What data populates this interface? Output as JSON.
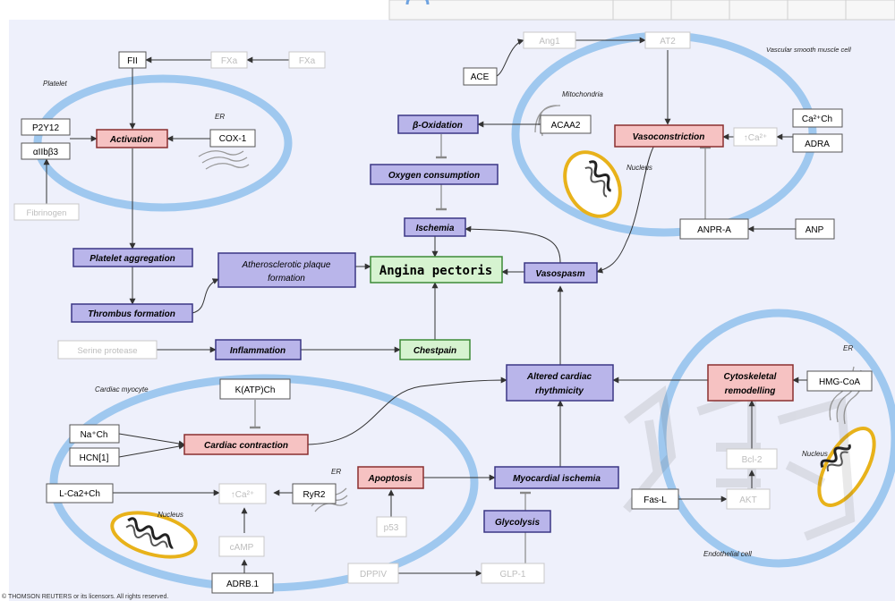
{
  "colors": {
    "background": "#eef0fb",
    "membrane": "#9fc8ef",
    "nucleus_ring": "#e8b21a",
    "process_fill": "#b9b5ea",
    "process_border": "#3a3684",
    "state_fill": "#f6c2c2",
    "state_border": "#8a2f2f",
    "outcome_fill": "#d6f3d0",
    "outcome_border": "#3d8a37",
    "protein_border": "#555555",
    "faded_border": "#c9c9c9",
    "faded_text": "#bdbdbd"
  },
  "diagram": {
    "cells": {
      "platelet": "Platelet",
      "vsmc": "Vascular smooth muscle cell",
      "cardiac": "Cardiac myocyte",
      "endothelial": "Endothelial cell"
    },
    "organelles": {
      "er_platelet": "ER",
      "mitochondria": "Mitochondria",
      "nucleus_vsmc": "Nucleus",
      "er_cardiac": "ER",
      "nucleus_cardiac": "Nucleus",
      "er_endo": "ER",
      "nucleus_endo": "Nucleus"
    },
    "nodes": {
      "fii": "FII",
      "fxa": "FXa",
      "fxa2": "FXa",
      "p2y12": "P2Y12",
      "aiib3": "αIIbβ3",
      "activation": "Activation",
      "cox1": "COX-1",
      "fibrinogen": "Fibrinogen",
      "platelet_aggregation": "Platelet aggregation",
      "thrombus": "Thrombus formation",
      "atherosclerotic_1": "Atherosclerotic plaque",
      "atherosclerotic_2": "formation",
      "angina": "Angina pectoris",
      "ang1": "Ang1",
      "at2": "AT2",
      "ace": "ACE",
      "b_oxidation": "β-Oxidation",
      "acaa2": "ACAA2",
      "vasoconstriction": "Vasoconstriction",
      "ca_up_vsmc": "↑Ca²⁺",
      "ca2ch_vsmc": "Ca²⁺Ch",
      "adra": "ADRA",
      "oxygen": "Oxygen consumption",
      "ischemia": "Ischemia",
      "anpr": "ANPR-A",
      "anp": "ANP",
      "vasospasm": "Vasospasm",
      "serine": "Serine protease",
      "inflammation": "Inflammation",
      "chestpain": "Chestpain",
      "altered_1": "Altered cardiac",
      "altered_2": "rhythmicity",
      "katp": "K(ATP)Ch",
      "cytoskeletal_1": "Cytoskeletal",
      "cytoskeletal_2": "remodelling",
      "hmgcoa": "HMG-CoA",
      "nach": "Na⁺Ch",
      "hcn": "HCN[1]",
      "cardiac_contraction": "Cardiac contraction",
      "apoptosis": "Apoptosis",
      "myocardial": "Myocardial ischemia",
      "endo_faded": "Bcl-2",
      "lca2": "L-Ca2+Ch",
      "ca_up_card": "↑Ca²⁺",
      "ryr2": "RyR2",
      "fasl": "Fas-L",
      "akt": "AKT",
      "p53": "p53",
      "glycolysis": "Glycolysis",
      "camp": "cAMP",
      "adrb1": "ADRB.1",
      "dppiv": "DPPIV",
      "glp1": "GLP-1"
    },
    "copyright": "© THOMSON REUTERS or its licensors. All rights reserved."
  }
}
